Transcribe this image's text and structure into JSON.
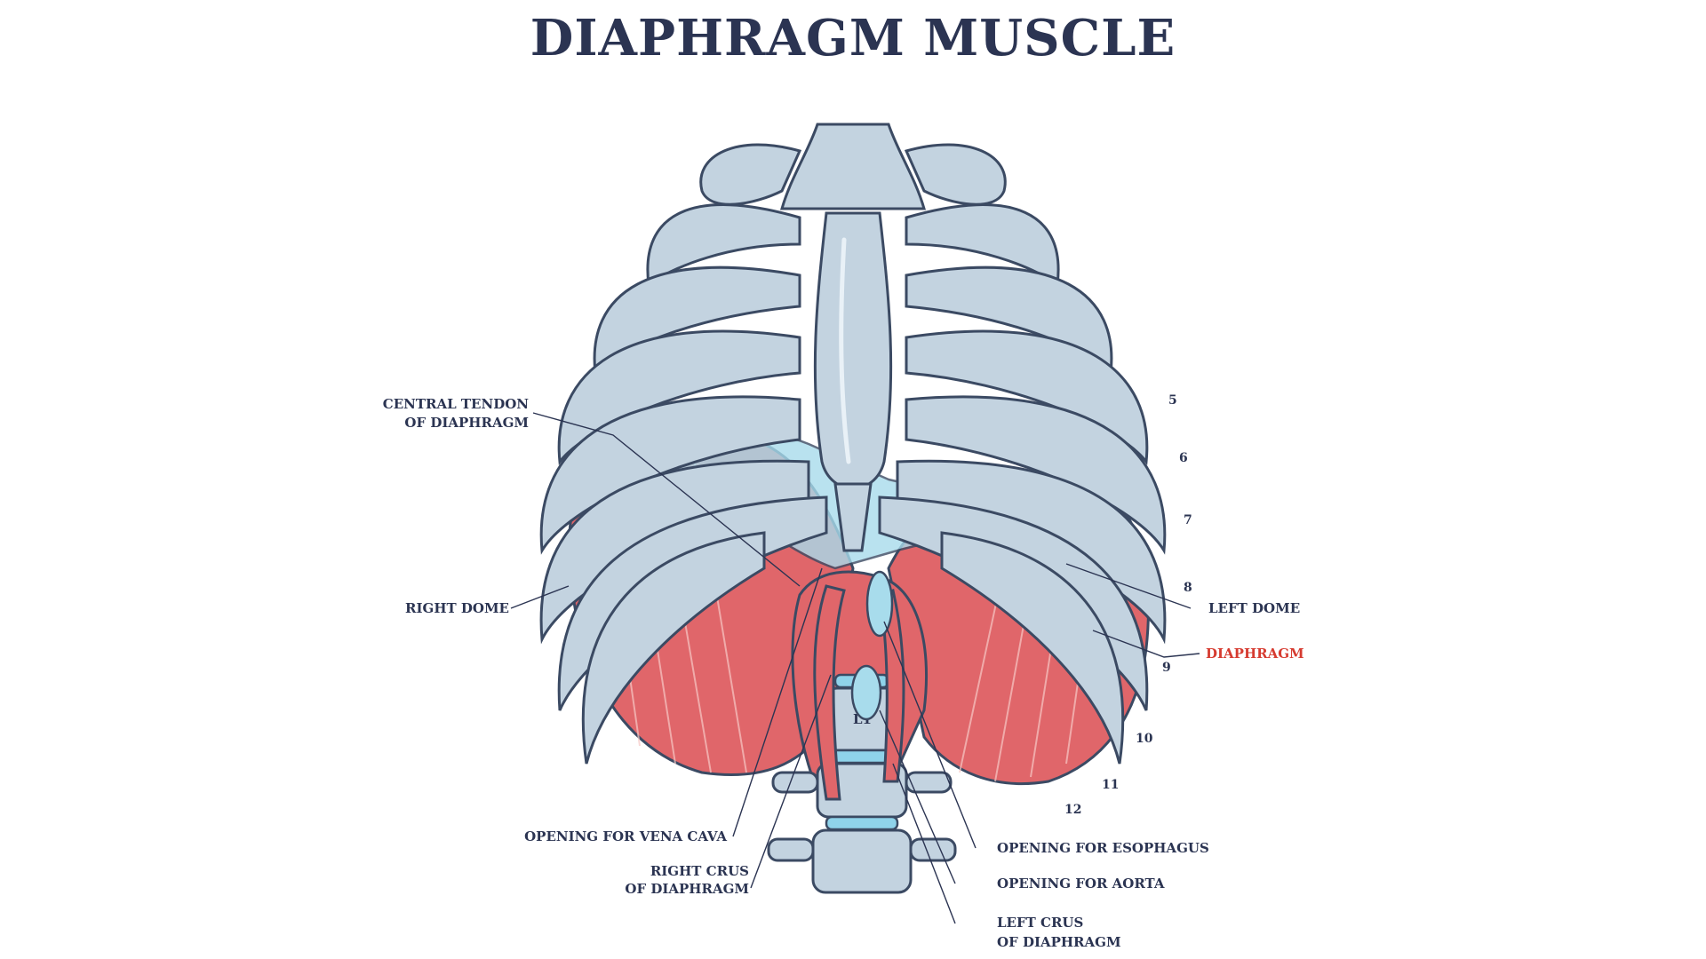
{
  "title": "DIAPHRAGM MUSCLE",
  "labels": {
    "central_tendon_1": "CENTRAL TENDON",
    "central_tendon_2": "OF DIAPHRAGM",
    "right_dome": "RIGHT DOME",
    "left_dome": "LEFT DOME",
    "diaphragm": "DIAPHRAGM",
    "vena_cava": "OPENING FOR VENA CAVA",
    "right_crus_1": "RIGHT CRUS",
    "right_crus_2": "OF DIAPHRAGM",
    "esophagus": "OPENING FOR ESOPHAGUS",
    "aorta": "OPENING FOR AORTA",
    "left_crus_1": "LEFT CRUS",
    "left_crus_2": "OF DIAPHRAGM",
    "vertebra": "L1"
  },
  "rib_numbers": [
    "5",
    "6",
    "7",
    "8",
    "9",
    "10",
    "11",
    "12"
  ],
  "colors": {
    "text": "#2b3452",
    "accent": "#d63b30",
    "bone": "#c3d3e0",
    "muscle": "#e0666a",
    "tendon": "#a8dcec"
  }
}
